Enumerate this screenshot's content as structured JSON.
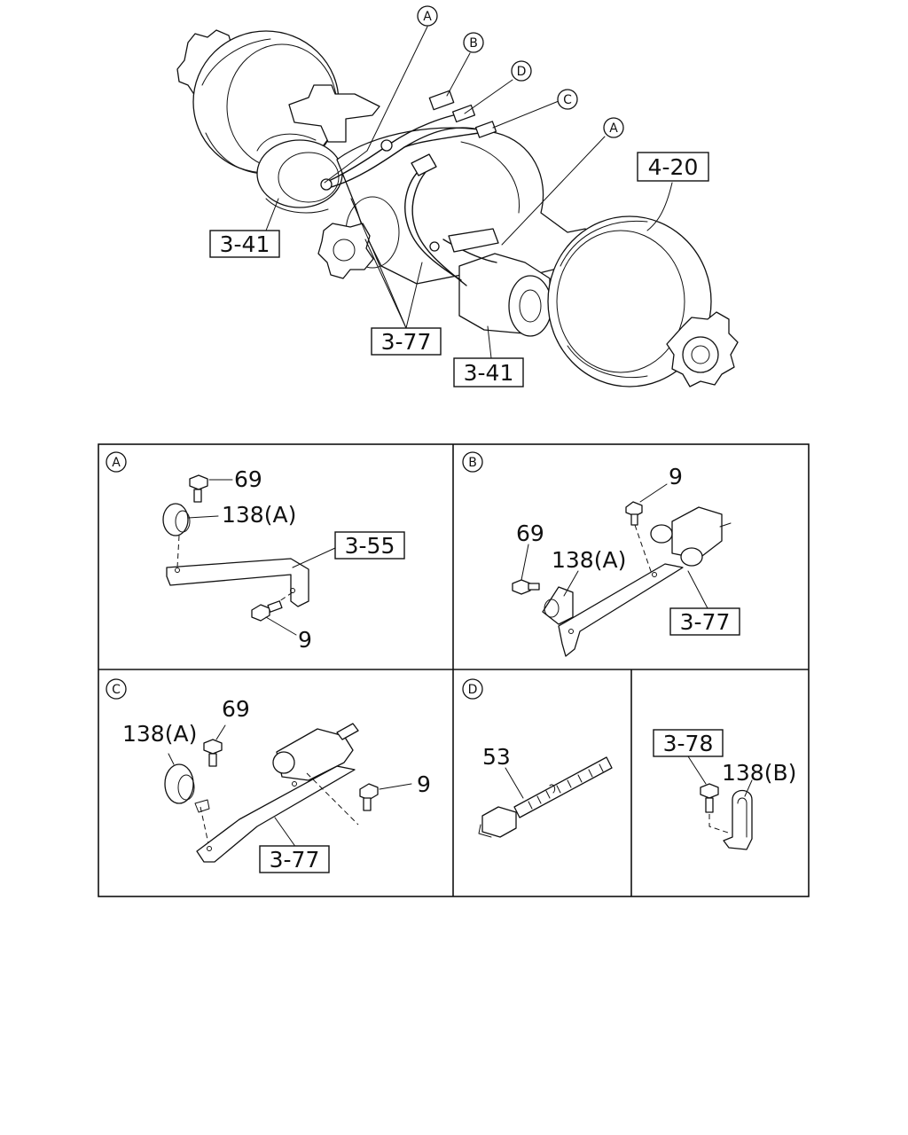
{
  "main": {
    "callouts": {
      "a1": "A",
      "b": "B",
      "d": "D",
      "c": "C",
      "a2": "A"
    },
    "refs": {
      "r420": "4-20",
      "r341_left": "3-41",
      "r377": "3-77",
      "r341_bottom": "3-41"
    }
  },
  "panels": {
    "a": {
      "letter": "A",
      "ref": "3-55",
      "labels": {
        "bolt_top": "69",
        "grommet": "138(A)",
        "bolt_bottom": "9"
      }
    },
    "b": {
      "letter": "B",
      "ref": "3-77",
      "labels": {
        "bolt_top": "9",
        "bolt_left": "69",
        "grommet": "138(A)"
      }
    },
    "c": {
      "letter": "C",
      "ref": "3-77",
      "labels": {
        "grommet": "138(A)",
        "bolt_top": "69",
        "bolt_right": "9"
      }
    },
    "d": {
      "letter": "D",
      "labels": {
        "tie": "53"
      }
    },
    "e": {
      "ref": "3-78",
      "labels": {
        "clip": "138(B)"
      }
    }
  }
}
